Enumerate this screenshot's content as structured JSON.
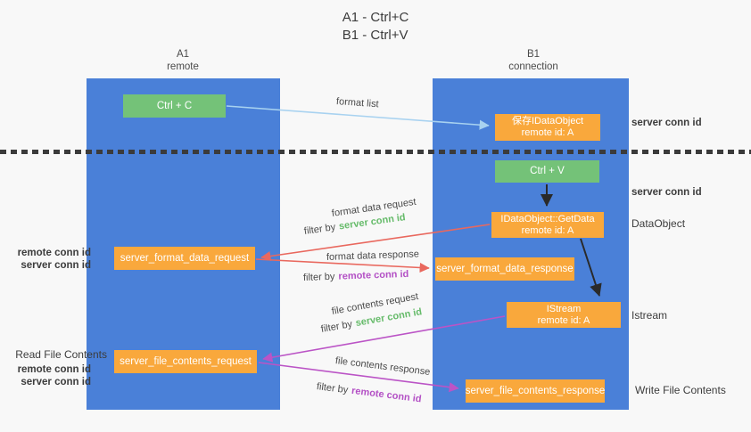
{
  "title": {
    "line1": "A1 - Ctrl+C",
    "line2": "B1 - Ctrl+V"
  },
  "columns": {
    "left": {
      "name": "A1",
      "role": "remote"
    },
    "right": {
      "name": "B1",
      "role": "connection"
    }
  },
  "nodes": {
    "ctrl_c": {
      "label": "Ctrl + C"
    },
    "ctrl_v": {
      "label": "Ctrl + V"
    },
    "save_idataobject": {
      "line1": "保存IDataObject",
      "line2": "remote id: A"
    },
    "getdata": {
      "line1": "IDataObject::GetData",
      "line2": "remote id: A"
    },
    "istream": {
      "line1": "IStream",
      "line2": "remote id: A"
    },
    "server_format_data_request": {
      "label": "server_format_data_request"
    },
    "server_format_data_response": {
      "label": "server_format_data_response"
    },
    "server_file_contents_request": {
      "label": "server_file_contents_request"
    },
    "server_file_contents_response": {
      "label": "server_file_contents_response"
    }
  },
  "arrow_labels": {
    "format_list": "format list",
    "format_data_request": "format data request",
    "format_data_response": "format data response",
    "file_contents_request": "file contents request",
    "file_contents_response": "file contents response",
    "filter_by": "filter by",
    "server_conn_id": "server conn id",
    "remote_conn_id": "remote conn id"
  },
  "side_labels": {
    "server_conn_id_top": "server conn id",
    "server_conn_id_mid": "server conn id",
    "dataobject": "DataObject",
    "istream": "Istream",
    "write_file_contents": "Write File Contents",
    "read_file_contents": "Read File Contents",
    "remote_conn_id_format": "remote conn id",
    "server_conn_id_format": "server conn id",
    "remote_conn_id_file": "remote conn id",
    "server_conn_id_file": "server conn id"
  },
  "colors": {
    "column_blue": "#4a80d8",
    "node_orange": "#f9a83c",
    "node_green": "#74c278",
    "arrow_lightblue": "#a8d2f0",
    "arrow_red": "#e9685e",
    "arrow_magenta": "#bb54c6",
    "arrow_black": "#2a2a2a",
    "text_green": "#66bb6a",
    "text_purple": "#b350c5",
    "background": "#f8f8f8"
  }
}
